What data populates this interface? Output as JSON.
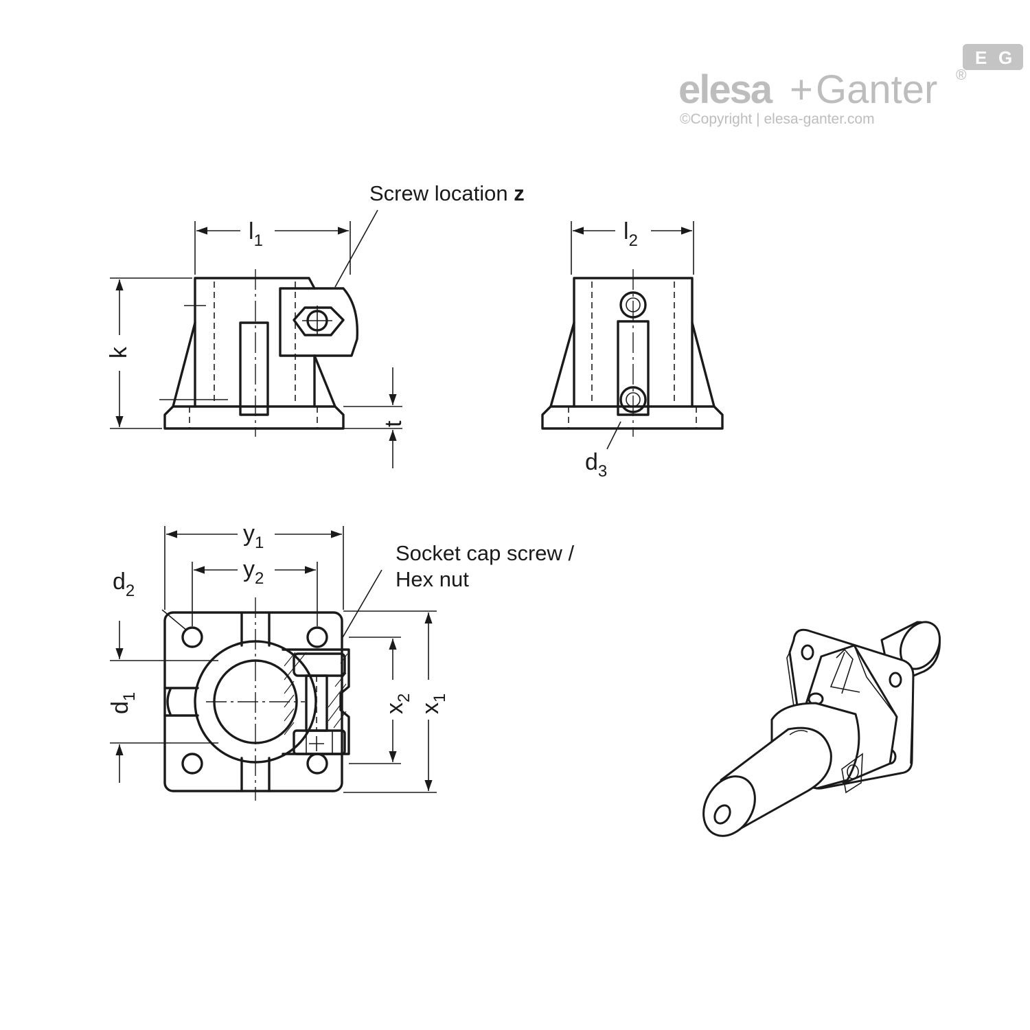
{
  "logo": {
    "brand_left": "elesa",
    "brand_plus": "+",
    "brand_right": "Ganter",
    "registered": "®",
    "copyright": "©Copyright | elesa-ganter.com",
    "badge_left": "E",
    "badge_right": "G",
    "color": "#bdbdbd"
  },
  "labels": {
    "screw_location_text": "Screw location ",
    "screw_location_letter": "z",
    "socket_cap_line1": "Socket cap screw /",
    "socket_cap_line2": "Hex nut"
  },
  "dimensions": {
    "l1": {
      "main": "l",
      "sub": "1"
    },
    "l2": {
      "main": "l",
      "sub": "2"
    },
    "k": {
      "main": "k"
    },
    "t": {
      "main": "t"
    },
    "d3": {
      "main": "d",
      "sub": "3"
    },
    "y1": {
      "main": "y",
      "sub": "1"
    },
    "y2": {
      "main": "y",
      "sub": "2"
    },
    "d2": {
      "main": "d",
      "sub": "2"
    },
    "d1": {
      "main": "d",
      "sub": "1"
    },
    "x2": {
      "main": "x",
      "sub": "2"
    },
    "x1": {
      "main": "x",
      "sub": "1"
    }
  },
  "colors": {
    "line": "#1a1a1a",
    "background": "#ffffff"
  }
}
